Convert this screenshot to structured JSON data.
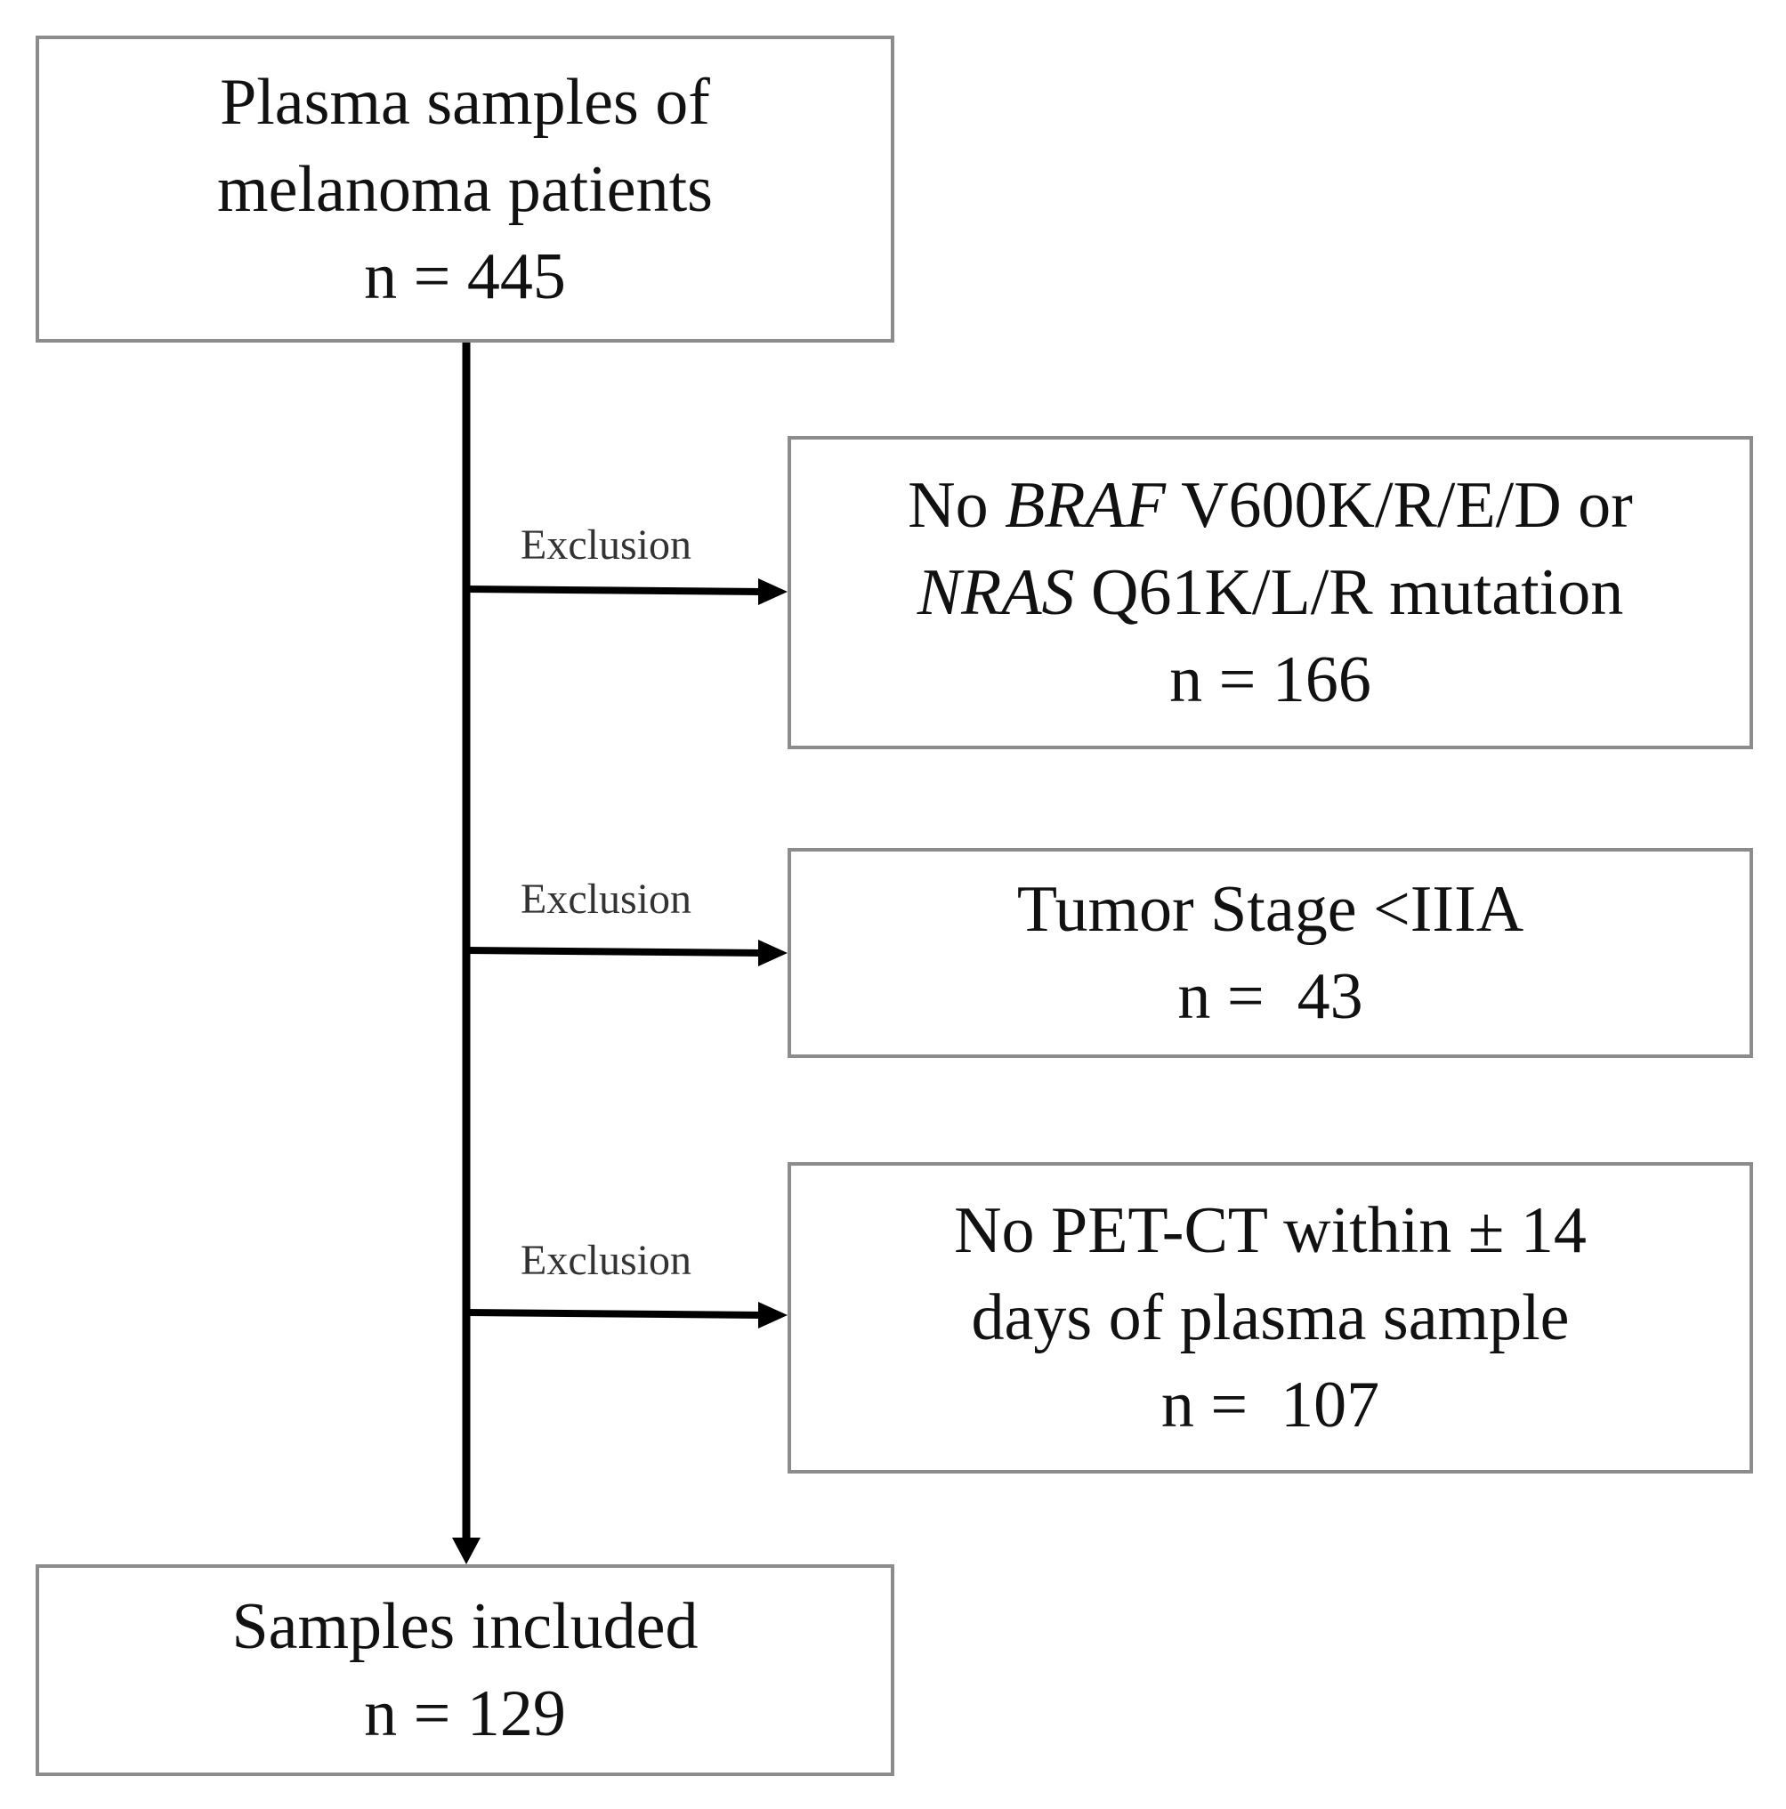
{
  "flowchart": {
    "start": {
      "line1": "Plasma samples of",
      "line2": "melanoma patients",
      "count": "n = 445"
    },
    "exclusions": [
      {
        "label": "Exclusion",
        "line1_prefix": "No ",
        "line1_gene": "BRAF",
        "line1_suffix": " V600K/R/E/D or",
        "line2_gene": "NRAS",
        "line2_suffix": " Q61K/L/R mutation",
        "count": "n = 166"
      },
      {
        "label": "Exclusion",
        "line1": "Tumor Stage <IIIA",
        "count": "n =  43"
      },
      {
        "label": "Exclusion",
        "line1": "No PET-CT within ± 14",
        "line2": "days of plasma sample",
        "count": "n =  107"
      }
    ],
    "end": {
      "line1": "Samples included",
      "count": "n = 129"
    }
  }
}
